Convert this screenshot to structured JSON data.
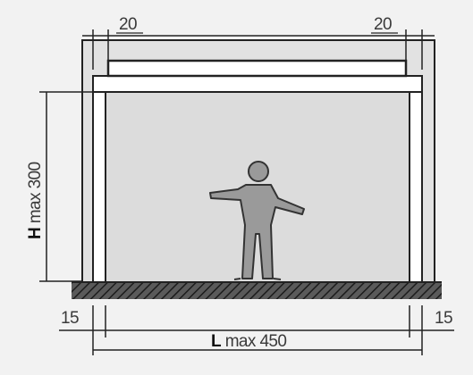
{
  "dimensions": {
    "top_left_offset": "20",
    "top_right_offset": "20",
    "bottom_left_offset": "15",
    "bottom_right_offset": "15",
    "height_symbol": "H",
    "height_text": " max 300",
    "width_symbol": "L",
    "width_text": " max 450"
  },
  "colors": {
    "background": "#f2f2f2",
    "frame_outer": "#e4e4e4",
    "opening": "#dcdcdc",
    "line": "#1a1a1a",
    "figure": "#9a9a9a"
  },
  "icons": {
    "person": "standing-person-icon",
    "floor": "hatched-floor"
  }
}
